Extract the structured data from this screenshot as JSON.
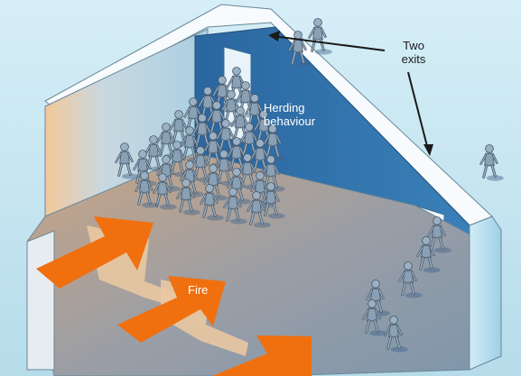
{
  "labels": {
    "two_exits": "Two\nexits",
    "herding": "Herding\nbehaviour",
    "fire": "Fire"
  },
  "colors": {
    "sky": "#c9e8f3",
    "wall_blue": "#2e6fa8",
    "wall_light": "#bcd8e6",
    "wall_warm": "#f2c79a",
    "floor_warm": "#d8b590",
    "floor_cool": "#8fa4b6",
    "arrow_fire": "#f07010",
    "arrow_shadow": "#e8c8a0",
    "figure": "#8a9db0",
    "figure_dark": "#5f7387"
  },
  "icons": {
    "fire_arrow": "fire-arrow-icon",
    "person": "person-icon",
    "pointer": "pointer-arrow-icon"
  }
}
